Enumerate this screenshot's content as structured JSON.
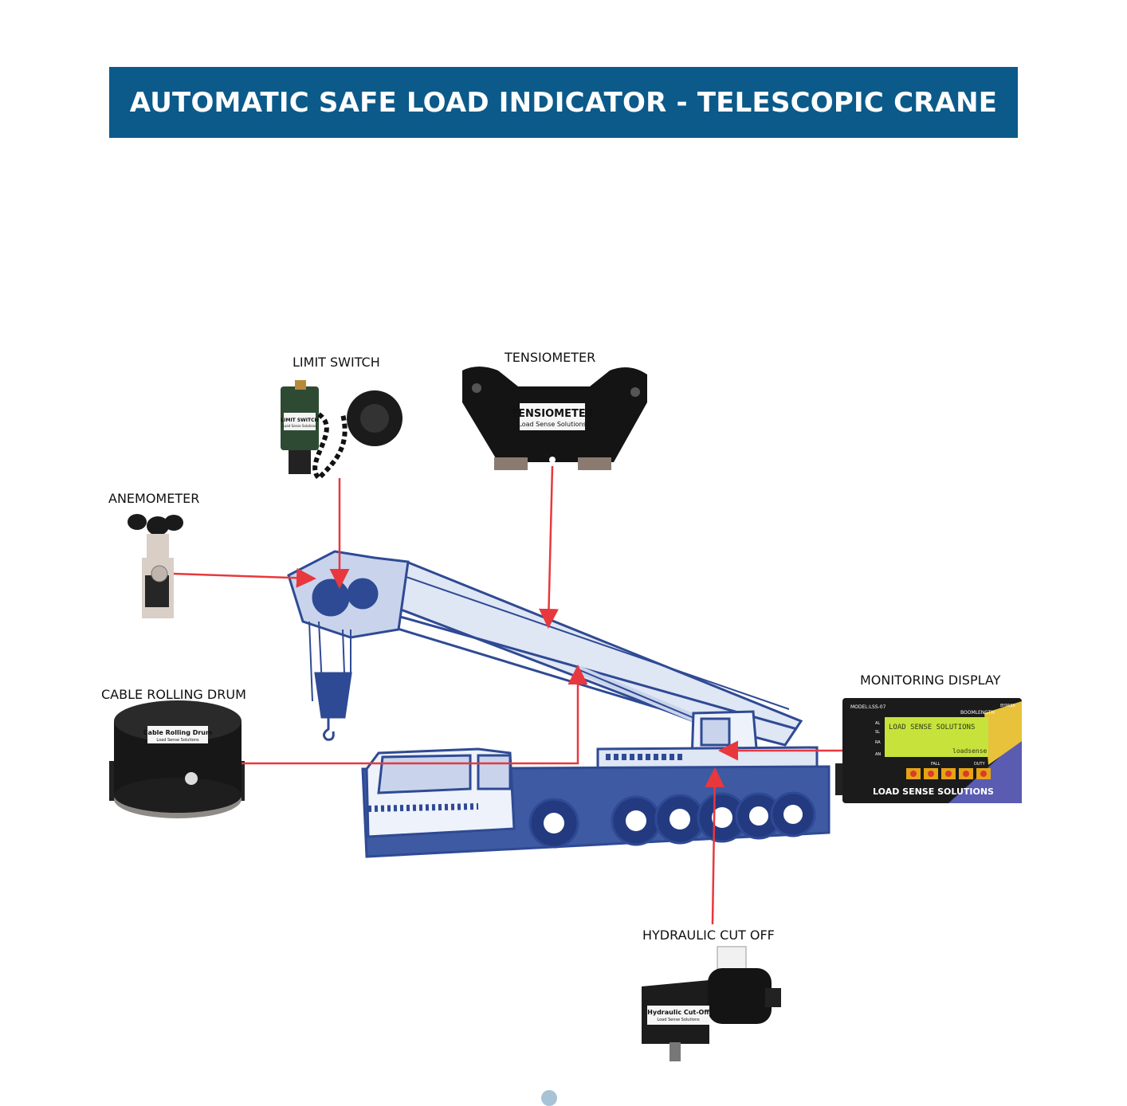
{
  "header": {
    "title": "AUTOMATIC SAFE LOAD INDICATOR - TELESCOPIC CRANE"
  },
  "components": {
    "limit_switch": {
      "label": "LIMIT SWITCH",
      "tag": "LIMIT SWITCH",
      "tag_sub": "Load Sense Solutions"
    },
    "tensiometer": {
      "label": "TENSIOMETER",
      "tag": "TENSIOMETER",
      "tag_sub": "Load Sense Solutions"
    },
    "anemometer": {
      "label": "ANEMOMETER"
    },
    "cable_drum": {
      "label": "CABLE ROLLING DRUM",
      "tag": "Cable Rolling Drum",
      "tag_sub": "Load Sense Solutions"
    },
    "monitoring_display": {
      "label": "MONITORING DISPLAY",
      "model": "MODEL:LSS-07",
      "boom_length": "BOOMLENGTH",
      "bypass": "BYPASS",
      "lcd_line1": "LOAD SENSE SOLUTIONS",
      "lcd_line2": "loadsense",
      "side_labels": [
        "AL",
        "SL",
        "RA",
        "AN"
      ],
      "fall": "FALL",
      "duty": "DUTY",
      "brand": "LOAD SENSE SOLUTIONS"
    },
    "hydraulic_cutoff": {
      "label": "HYDRAULIC CUT OFF",
      "tag": "Hydraulic Cut-Off",
      "tag_sub": "Load Sense Solutions"
    }
  },
  "colors": {
    "banner": "#0b5a8a",
    "arrow": "#e8383d",
    "crane": "#2f4a94"
  }
}
